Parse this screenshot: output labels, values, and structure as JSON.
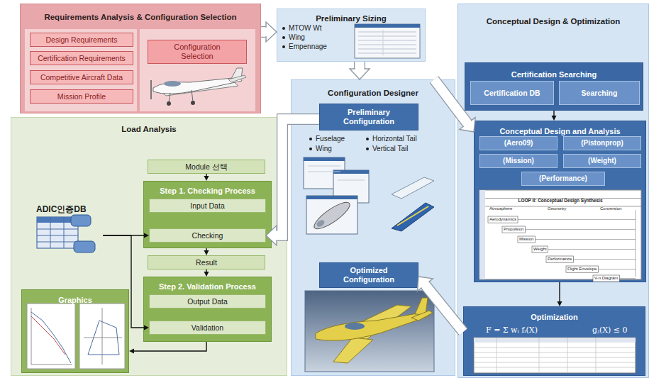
{
  "diagram": {
    "nodes": [
      {
        "text": [
          "Requirements Analysis & Configuration Selection"
        ]
      },
      {
        "text": [
          "Design Requirements"
        ],
        "in": 0
      },
      {
        "text": [
          "Certification Requirements"
        ],
        "in": 0
      },
      {
        "text": [
          "Competitive Aircraft Data"
        ],
        "in": 0
      },
      {
        "text": [
          "Mission Profile"
        ],
        "in": 0
      },
      {
        "text": [
          "Configuration Selection"
        ],
        "in": 0
      },
      {
        "text": [
          "Preliminary Sizing",
          "MTOW Wt",
          "Wing",
          "Empennage"
        ]
      },
      {
        "text": [
          "Conceptual Design & Optimization"
        ]
      },
      {
        "text": [
          "Certification Searching"
        ],
        "in": 7
      },
      {
        "text": [
          "Certification DB"
        ],
        "in": 8
      },
      {
        "text": [
          "Searching"
        ],
        "in": 8
      },
      {
        "text": [
          "Conceptual Design and Analysis"
        ],
        "in": 7
      },
      {
        "text": [
          "(Aero09)"
        ],
        "in": 11
      },
      {
        "text": [
          "(Pistonprop)"
        ],
        "in": 11
      },
      {
        "text": [
          "(Mission)"
        ],
        "in": 11
      },
      {
        "text": [
          "(Weight)"
        ],
        "in": 11
      },
      {
        "text": [
          "(Performance)"
        ],
        "in": 11
      },
      {
        "text": [
          "Optimization"
        ],
        "in": 7
      },
      {
        "text": [
          "Configuration Designer",
          "Fuselage",
          "Wing",
          "Horizontal Tail",
          "Vertical Tail"
        ]
      },
      {
        "text": [
          "Preliminary Configuration"
        ],
        "in": 18
      },
      {
        "text": [
          "Optimized Configuration"
        ],
        "in": 18
      },
      {
        "text": [
          "Load Analysis"
        ]
      },
      {
        "text": [
          "Module 선택"
        ],
        "in": 21
      },
      {
        "text": [
          "Step 1. Checking Process"
        ],
        "in": 21
      },
      {
        "text": [
          "Input Data"
        ],
        "in": 23
      },
      {
        "text": [
          "Checking"
        ],
        "in": 23
      },
      {
        "text": [
          "Result"
        ],
        "in": 21
      },
      {
        "text": [
          "Step 2. Validation Process"
        ],
        "in": 21
      },
      {
        "text": [
          "Output Data"
        ],
        "in": 27
      },
      {
        "text": [
          "Validation"
        ],
        "in": 27
      },
      {
        "text": [
          "ADIC인증DB"
        ],
        "in": 21
      },
      {
        "text": [
          "Graphics"
        ],
        "in": 21
      }
    ],
    "edges": [
      {
        "from": 0,
        "to": 6,
        "arrow": "to"
      },
      {
        "from": 6,
        "to": 18,
        "arrow": "to"
      },
      {
        "from": 18,
        "to": 11,
        "arrow": "to"
      },
      {
        "from": 8,
        "to": 11,
        "arrow": "to"
      },
      {
        "from": 11,
        "to": 17,
        "arrow": "to"
      },
      {
        "from": 17,
        "to": 20,
        "arrow": "to"
      },
      {
        "from": 19,
        "to": 25,
        "arrow": "to"
      },
      {
        "from": 22,
        "to": 23,
        "arrow": "to"
      },
      {
        "from": 23,
        "to": 26,
        "arrow": "to"
      },
      {
        "from": 26,
        "to": 27,
        "arrow": "to"
      },
      {
        "from": 27,
        "to": 31,
        "arrow": "to"
      },
      {
        "from": 30,
        "to": 25,
        "arrow": "to"
      },
      {
        "from": 30,
        "to": 29,
        "arrow": "to"
      }
    ],
    "labels": [
      "LOOP II: Conceptual Design Synthesis",
      "Atmosphere",
      "Geometry",
      "Conversion",
      "Aerodynamics",
      "Propulsion",
      "Mission",
      "Weight",
      "Performance",
      "Flight Envelope",
      "V-n Diagram",
      "F = Σ wᵢ fᵢ(X)",
      "gⱼ(X) ≤ 0"
    ]
  }
}
